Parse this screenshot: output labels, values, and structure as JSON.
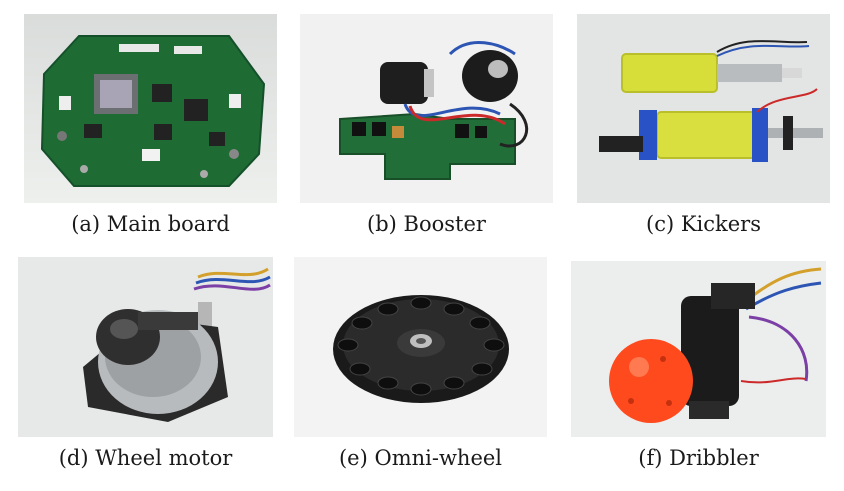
{
  "figure": {
    "panels": [
      {
        "id": "a",
        "caption": "(a) Main board"
      },
      {
        "id": "b",
        "caption": "(b) Booster"
      },
      {
        "id": "c",
        "caption": "(c) Kickers"
      },
      {
        "id": "d",
        "caption": "(d) Wheel motor"
      },
      {
        "id": "e",
        "caption": "(e) Omni-wheel"
      },
      {
        "id": "f",
        "caption": "(f) Dribbler"
      }
    ]
  }
}
